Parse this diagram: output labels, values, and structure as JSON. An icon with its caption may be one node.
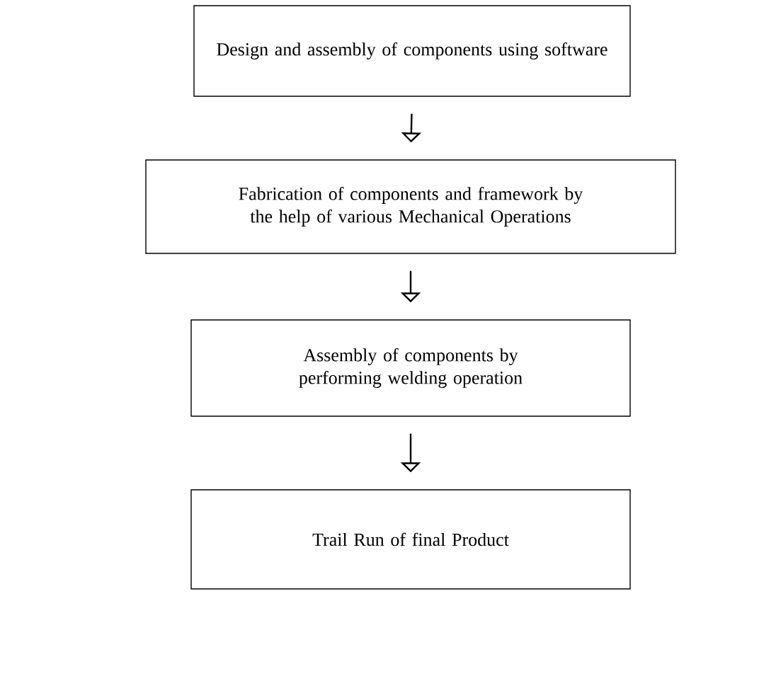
{
  "diagram": {
    "nodes": [
      {
        "text": [
          "Design and assembly of components using software"
        ]
      },
      {
        "text": [
          "Fabrication of components and framework by the help of various Mechanical Operations"
        ]
      },
      {
        "text": [
          "Assembly of components by performing welding operation"
        ]
      },
      {
        "text": [
          "Trail Run of final Product"
        ]
      }
    ],
    "edges": [
      {
        "from": 0,
        "to": 1,
        "arrow": "to"
      },
      {
        "from": 1,
        "to": 2,
        "arrow": "to"
      },
      {
        "from": 2,
        "to": 3,
        "arrow": "to"
      }
    ]
  }
}
